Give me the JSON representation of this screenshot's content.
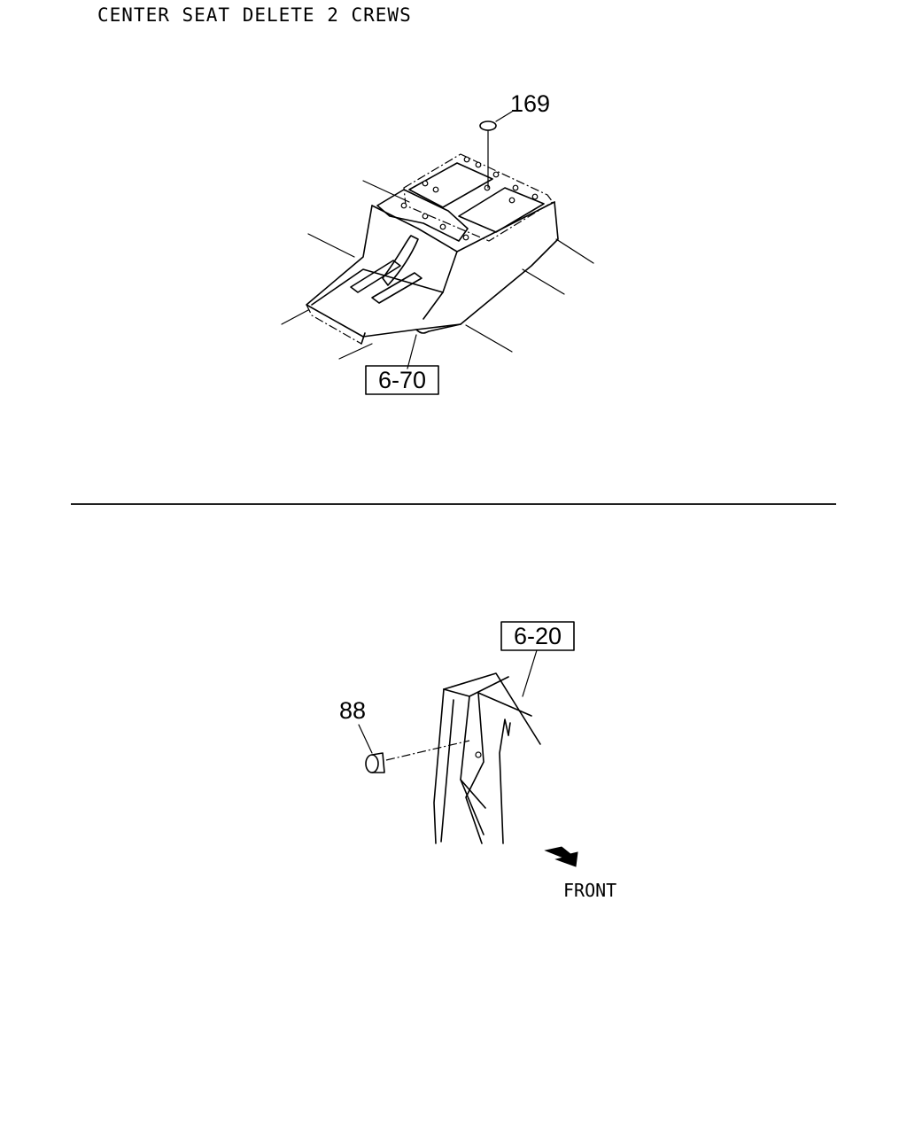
{
  "header": {
    "title": "CENTER SEAT DELETE 2 CREWS"
  },
  "upper_view": {
    "callouts": [
      {
        "label": "169",
        "boxed": false
      },
      {
        "label": "6-70",
        "boxed": true
      }
    ]
  },
  "lower_view": {
    "callouts": [
      {
        "label": "6-20",
        "boxed": true
      },
      {
        "label": "88",
        "boxed": false
      }
    ],
    "direction_label": "FRONT"
  }
}
